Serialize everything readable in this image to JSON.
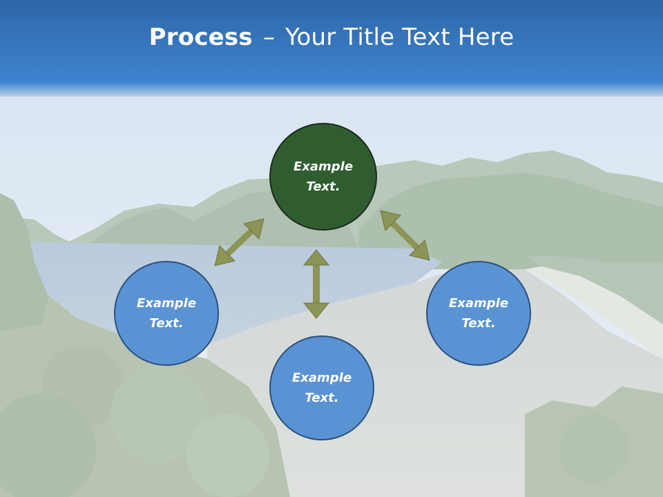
{
  "title": {
    "bold": "Process",
    "dash": "–",
    "rest": "Your Title Text Here"
  },
  "nodes": {
    "center": "Example Text.",
    "left": "Example Text.",
    "right": "Example Text.",
    "bottom": "Example Text."
  },
  "colors": {
    "header_blue": "#3a80c8",
    "center_node": "#2f5d30",
    "outer_node": "#5a93d3",
    "arrow": "#8c9456"
  }
}
